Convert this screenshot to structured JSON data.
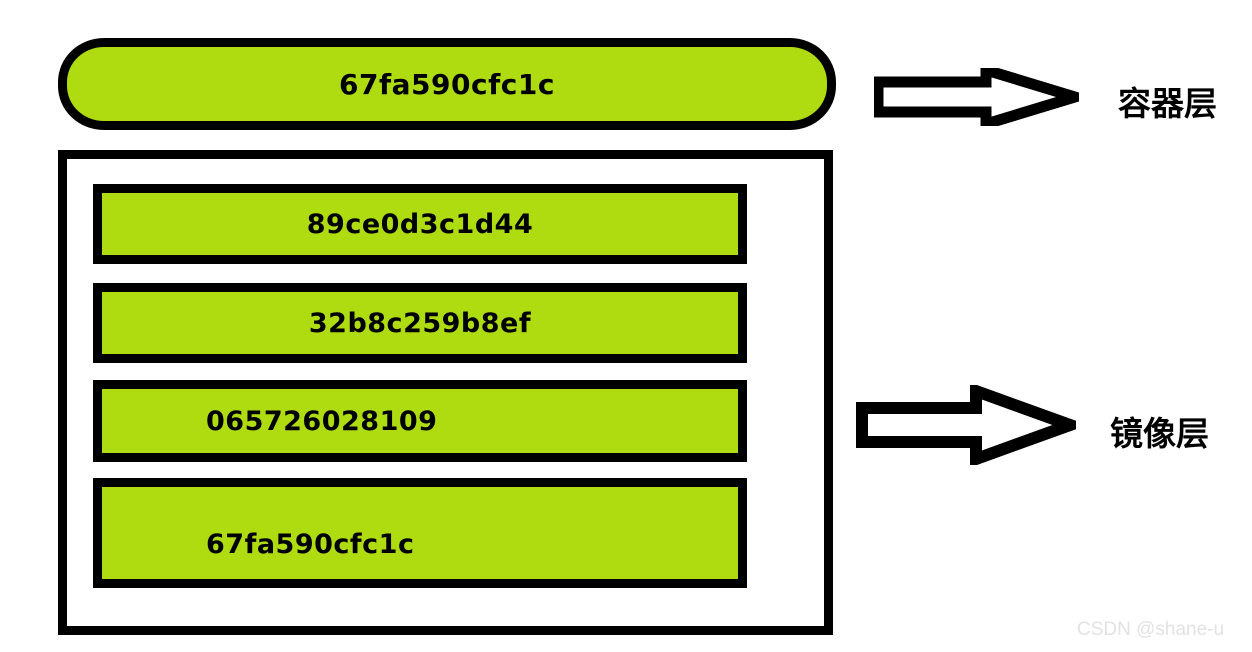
{
  "colors": {
    "layer_fill": "#AEDC10",
    "outline": "#000000",
    "background": "#ffffff",
    "watermark": "#e2e2e2"
  },
  "diagram": {
    "container_layer": {
      "id_label": "67fa590cfc1c",
      "arrow_icon": "block-arrow-right-icon",
      "side_label": "容器层"
    },
    "image_layer": {
      "arrow_icon": "block-arrow-right-icon",
      "side_label": "镜像层",
      "layers": [
        {
          "id_label": "89ce0d3c1d44"
        },
        {
          "id_label": "32b8c259b8ef"
        },
        {
          "id_label": "065726028109"
        },
        {
          "id_label": "67fa590cfc1c"
        }
      ]
    }
  },
  "watermark": {
    "text": "CSDN @shane-u"
  }
}
